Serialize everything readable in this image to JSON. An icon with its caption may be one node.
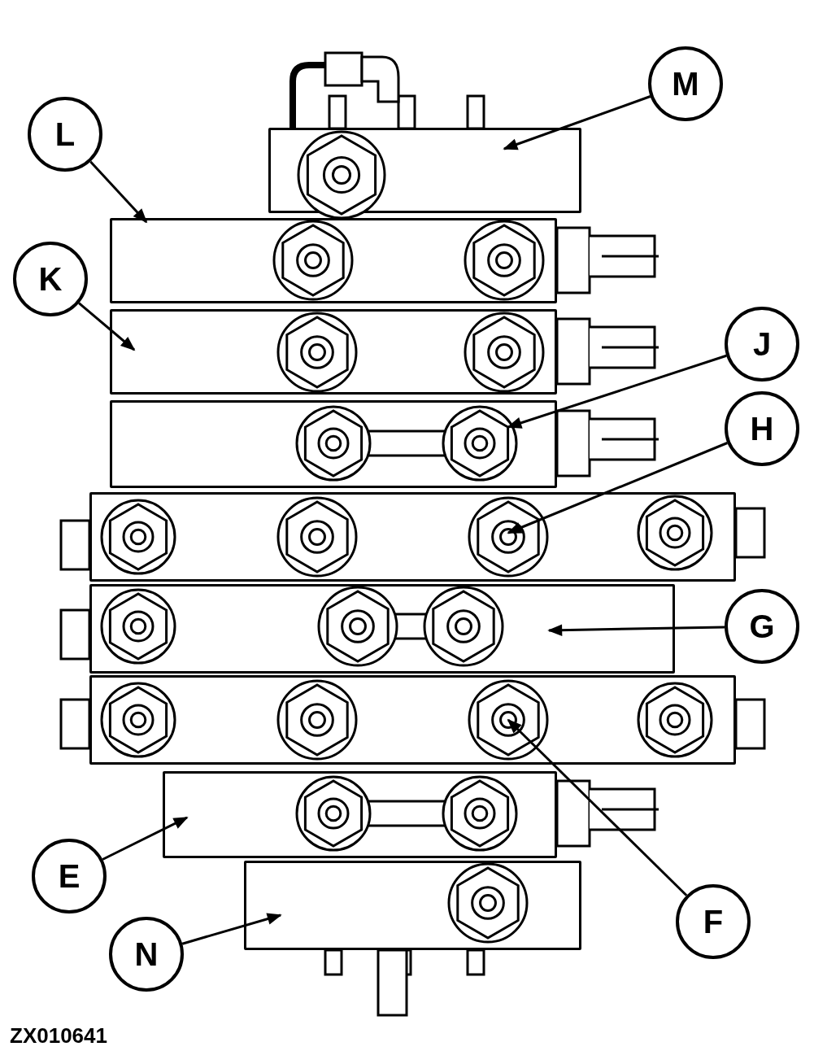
{
  "diagram": {
    "nodes": [
      {
        "text": [
          "M"
        ]
      },
      {
        "text": [
          "L"
        ]
      },
      {
        "text": [
          "K"
        ]
      },
      {
        "text": [
          "J"
        ]
      },
      {
        "text": [
          "H"
        ]
      },
      {
        "text": [
          "G"
        ]
      },
      {
        "text": [
          "F"
        ]
      },
      {
        "text": [
          "E"
        ]
      },
      {
        "text": [
          "N"
        ]
      },
      {
        "text": [],
        "shape": "box"
      },
      {
        "text": [],
        "shape": "box"
      },
      {
        "text": [],
        "shape": "box"
      },
      {
        "text": [],
        "shape": "box"
      },
      {
        "text": [],
        "shape": "box"
      },
      {
        "text": [],
        "shape": "box"
      },
      {
        "text": [],
        "shape": "box"
      },
      {
        "text": [],
        "shape": "box"
      },
      {
        "text": [],
        "shape": "box"
      }
    ],
    "edges": [
      {
        "from": 0,
        "to": 9,
        "arrow": "to"
      },
      {
        "from": 1,
        "to": 10,
        "arrow": "to"
      },
      {
        "from": 2,
        "to": 11,
        "arrow": "to"
      },
      {
        "from": 3,
        "to": 12,
        "arrow": "to"
      },
      {
        "from": 4,
        "to": 13,
        "arrow": "to"
      },
      {
        "from": 5,
        "to": 14,
        "arrow": "to"
      },
      {
        "from": 6,
        "to": 15,
        "arrow": "to"
      },
      {
        "from": 7,
        "to": 16,
        "arrow": "to"
      },
      {
        "from": 8,
        "to": 17,
        "arrow": "to"
      }
    ],
    "labels": [
      "ZX010641"
    ]
  }
}
